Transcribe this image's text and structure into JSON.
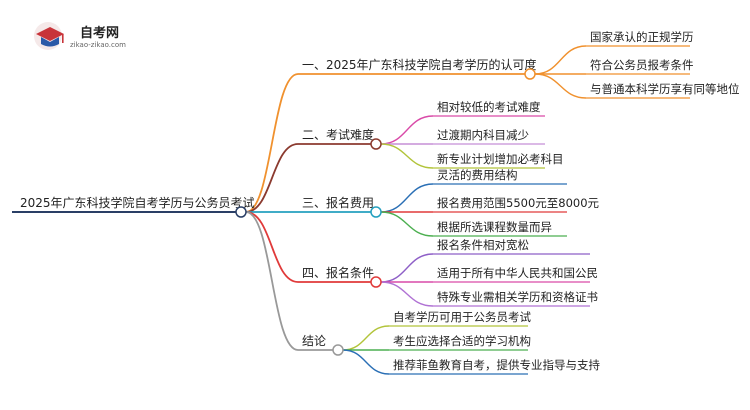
{
  "logo": {
    "name": "自考网",
    "url": "zikao-zikao.com"
  },
  "root": {
    "label": "2025年广东科技学院自考学历与公务员考试"
  },
  "branches": [
    {
      "label": "一、2025年广东科技学院自考学历的认可度",
      "color": "#f0912e",
      "children": [
        "国家承认的正规学历",
        "符合公务员报考条件",
        "与普通本科学历享有同等地位"
      ]
    },
    {
      "label": "二、考试难度",
      "color": "#8b3a2f",
      "children": [
        "相对较低的考试难度",
        "过渡期内科目减少",
        "新专业计划增加必考科目"
      ],
      "childColors": [
        "#d94aa8",
        "#c58fd6",
        "#b2c43a"
      ]
    },
    {
      "label": "三、报名费用",
      "color": "#24a0bf",
      "children": [
        "灵活的费用结构",
        "报名费用范围5500元至8000元",
        "根据所选课程数量而异"
      ],
      "childColors": [
        "#2a6fb5",
        "#e03a3a",
        "#4caf50"
      ]
    },
    {
      "label": "四、报名条件",
      "color": "#e03a3a",
      "children": [
        "报名条件相对宽松",
        "适用于所有中华人民共和国公民",
        "特殊专业需相关学历和资格证书"
      ],
      "childColors": [
        "#8e5fc7",
        "#d94aa8",
        "#b072d4"
      ]
    },
    {
      "label": "结论",
      "color": "#999999",
      "children": [
        "自考学历可用于公务员考试",
        "考生应选择合适的学习机构",
        "推荐菲鱼教育自考，提供专业指导与支持"
      ],
      "childColors": [
        "#b2c43a",
        "#4caf50",
        "#2a6fb5"
      ]
    }
  ]
}
